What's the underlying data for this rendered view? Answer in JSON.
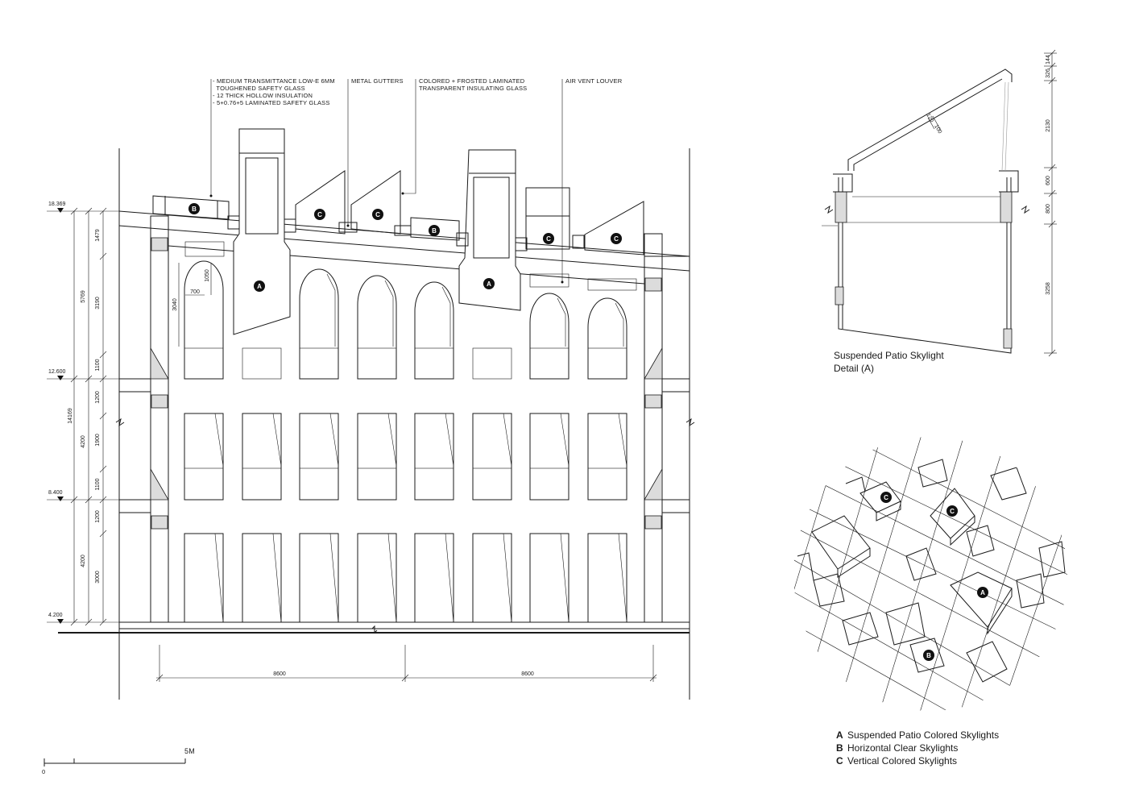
{
  "annotations": {
    "glass_spec": [
      "- MEDIUM TRANSMITTANCE LOW-E 6MM",
      "  TOUGHENED SAFETY GLASS",
      "- 12 THICK HOLLOW INSULATION",
      "- 5+0.76+5 LAMINATED SAFETY GLASS"
    ],
    "metal_gutters": "METAL GUTTERS",
    "colored_glass": [
      "COLORED + FROSTED LAMINATED",
      "TRANSPARENT INSULATING GLASS"
    ],
    "air_vent": "AIR VENT LOUVER"
  },
  "levels": [
    "18.369",
    "12.600",
    "8.400",
    "4.200"
  ],
  "dims_vertical_outer": [
    "5769",
    "14169",
    "4200",
    "4200"
  ],
  "dims_vertical_inner": [
    "1479",
    "3190",
    "1100",
    "1200",
    "1900",
    "1100",
    "1200",
    "3000"
  ],
  "window_dims": {
    "height": "3040",
    "width": "700",
    "arch": "1050"
  },
  "spans": [
    "8600",
    "8600"
  ],
  "tags": {
    "a": "A",
    "b": "B",
    "c": "C"
  },
  "detail": {
    "title_line1": "Suspended Patio Skylight",
    "title_line2": "Detail (A)",
    "dims": [
      "144",
      "326",
      "2130",
      "600",
      "800",
      "3258"
    ],
    "roof_dims": [
      "120",
      "100"
    ]
  },
  "scale_bar": {
    "zero": "0",
    "end": "5M"
  },
  "legend": [
    {
      "key": "A",
      "text": "Suspended Patio Colored Skylights"
    },
    {
      "key": "B",
      "text": "Horizontal Clear Skylights"
    },
    {
      "key": "C",
      "text": "Vertical Colored Skylights"
    }
  ]
}
